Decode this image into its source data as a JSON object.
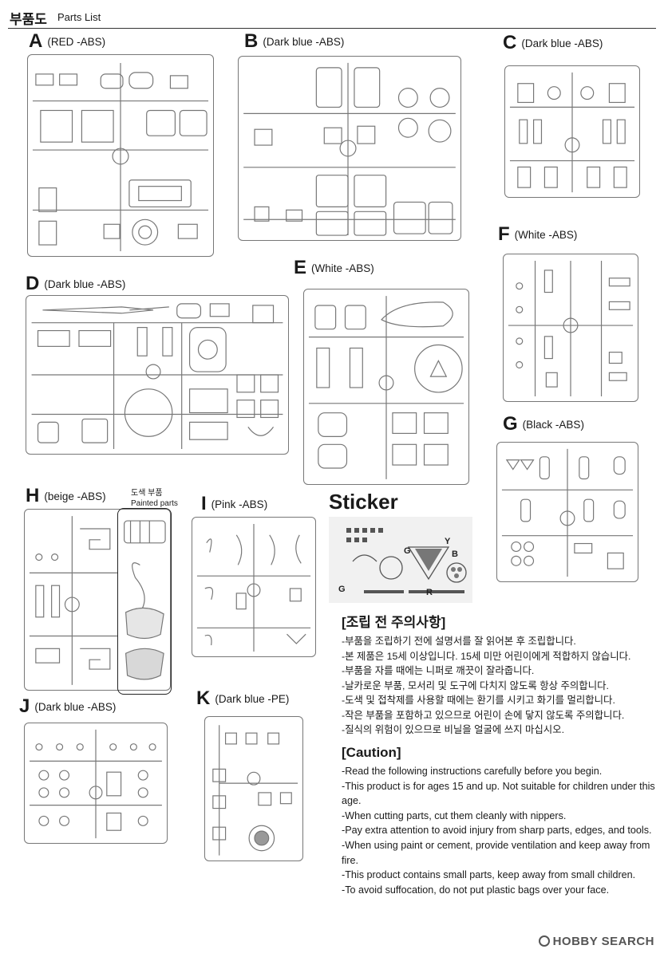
{
  "header": {
    "title": "부품도",
    "subtitle": "Parts List"
  },
  "runners": {
    "a": {
      "letter": "A",
      "material": "(RED -ABS)"
    },
    "b": {
      "letter": "B",
      "material": "(Dark blue -ABS)"
    },
    "c": {
      "letter": "C",
      "material": "(Dark blue -ABS)"
    },
    "d": {
      "letter": "D",
      "material": "(Dark blue -ABS)"
    },
    "e": {
      "letter": "E",
      "material": "(White -ABS)"
    },
    "f": {
      "letter": "F",
      "material": "(White -ABS)"
    },
    "g": {
      "letter": "G",
      "material": "(Black -ABS)"
    },
    "h": {
      "letter": "H",
      "material": "(beige -ABS)"
    },
    "i": {
      "letter": "I",
      "material": "(Pink -ABS)"
    },
    "j": {
      "letter": "J",
      "material": "(Dark blue -ABS)"
    },
    "k": {
      "letter": "K",
      "material": "(Dark blue -PE)"
    }
  },
  "painted_parts": {
    "ko": "도색 부품",
    "en": "Painted parts"
  },
  "sticker": {
    "title": "Sticker",
    "letters": [
      "G",
      "Y",
      "R",
      "B",
      "G"
    ]
  },
  "notes_ko": {
    "heading": "[조립 전 주의사항]",
    "lines": [
      "-부품을 조립하기 전에 설명서를 잘 읽어본 후 조립합니다.",
      "-본 제품은 15세 이상입니다. 15세 미만 어린이에게 적합하지 않습니다.",
      "-부품을 자를 때에는 니퍼로 깨끗이 잘라줍니다.",
      "-날카로운 부품, 모서리 및 도구에 다치지 않도록 항상 주의합니다.",
      "-도색 및 접착제를 사용할 때에는 환기를 시키고 화기를 멀리합니다.",
      "-작은 부품을 포함하고 있으므로 어린이 손에 닿지 않도록 주의합니다.",
      "-질식의 위험이 있으므로 비닐을 얼굴에 쓰지 마십시오."
    ]
  },
  "notes_en": {
    "heading": "[Caution]",
    "lines": [
      "-Read the following instructions carefully before you begin.",
      "-This product is for ages 15 and up. Not suitable for children under this age.",
      "-When cutting parts, cut them cleanly with nippers.",
      "-Pay extra attention to avoid injury from sharp parts, edges, and tools.",
      "-When using paint or cement, provide ventilation and keep away from fire.",
      "-This product contains small parts, keep away from small children.",
      "-To avoid suffocation, do not put plastic bags over your face."
    ]
  },
  "watermark": {
    "text": "HOBBY SEARCH",
    "icon": "hobbysearch-logo-icon"
  }
}
